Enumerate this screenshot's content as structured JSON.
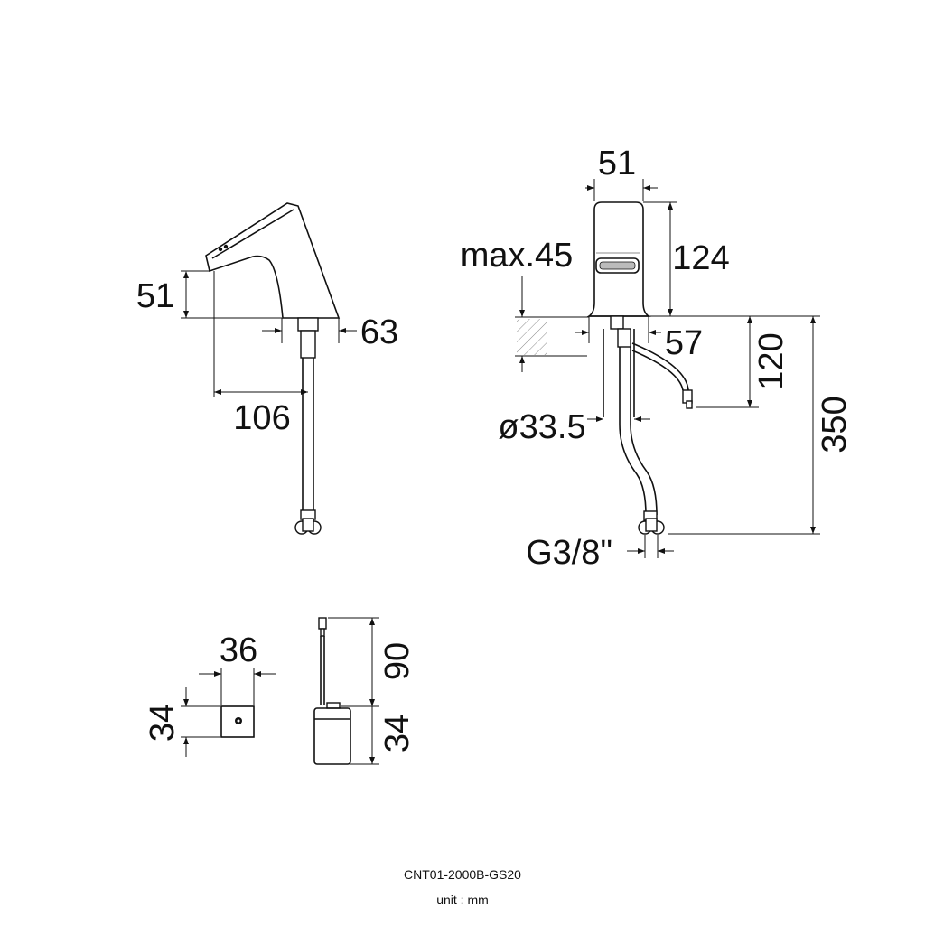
{
  "side_view": {
    "spout_height": "51",
    "base_width": "63",
    "reach": "106"
  },
  "front_view": {
    "top_width": "51",
    "body_height": "124",
    "deck_thickness": "max.45",
    "base_width": "57",
    "cable_length": "120",
    "total_length": "350",
    "hole_diameter": "ø33.5",
    "connection": "G3/8\""
  },
  "sensor_box_top": {
    "width": "36",
    "depth": "34"
  },
  "sensor_box_side": {
    "height_with_cable": "90",
    "box_height": "34"
  },
  "footer": {
    "model": "CNT01-2000B-GS20",
    "unit": "unit : mm"
  },
  "colors": {
    "line": "#111111",
    "background": "#ffffff"
  }
}
